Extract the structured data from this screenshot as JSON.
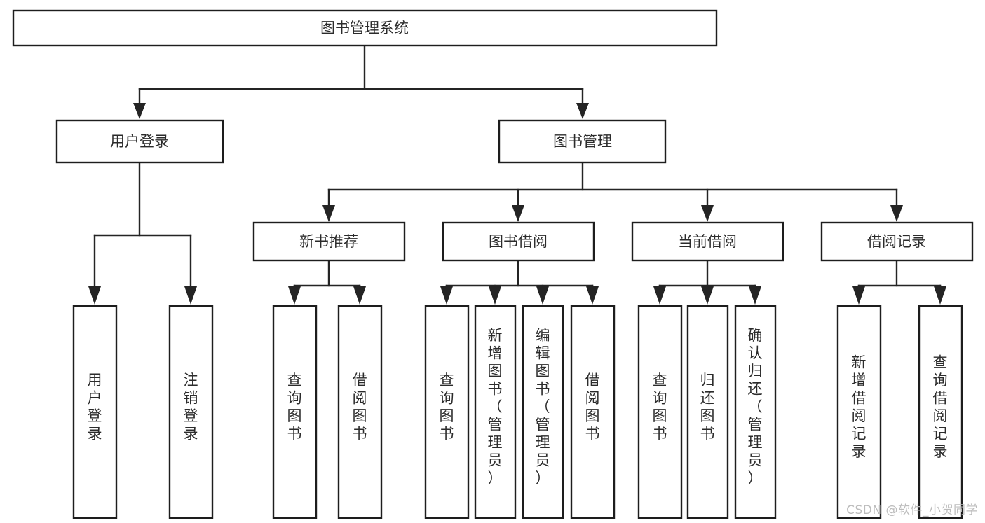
{
  "diagram": {
    "type": "tree",
    "orientation": "top-down",
    "title": "图书管理系统",
    "watermark": "CSDN @软件_小贺同学",
    "colors": {
      "box_stroke": "#1d1d1d",
      "box_fill": "#ffffff",
      "connector": "#242424",
      "text": "#2b2b2b",
      "watermark": "#bcbcbc",
      "background": "#ffffff"
    },
    "levels": {
      "root": {
        "label": "图书管理系统"
      },
      "level2": [
        {
          "label": "用户登录"
        },
        {
          "label": "图书管理"
        }
      ],
      "level3": [
        {
          "label": "新书推荐"
        },
        {
          "label": "图书借阅"
        },
        {
          "label": "当前借阅"
        },
        {
          "label": "借阅记录"
        }
      ],
      "leaves": [
        {
          "label": "用户登录",
          "parent": "用户登录"
        },
        {
          "label": "注销登录",
          "parent": "用户登录"
        },
        {
          "label": "查询图书",
          "parent": "新书推荐"
        },
        {
          "label": "借阅图书",
          "parent": "新书推荐"
        },
        {
          "label": "查询图书",
          "parent": "图书借阅"
        },
        {
          "label": "新增图书（管理员）",
          "parent": "图书借阅"
        },
        {
          "label": "编辑图书（管理员）",
          "parent": "图书借阅"
        },
        {
          "label": "借阅图书",
          "parent": "图书借阅"
        },
        {
          "label": "查询图书",
          "parent": "当前借阅"
        },
        {
          "label": "归还图书",
          "parent": "当前借阅"
        },
        {
          "label": "确认归还（管理员）",
          "parent": "当前借阅"
        },
        {
          "label": "新增借阅记录",
          "parent": "借阅记录"
        },
        {
          "label": "查询借阅记录",
          "parent": "借阅记录"
        }
      ]
    }
  }
}
